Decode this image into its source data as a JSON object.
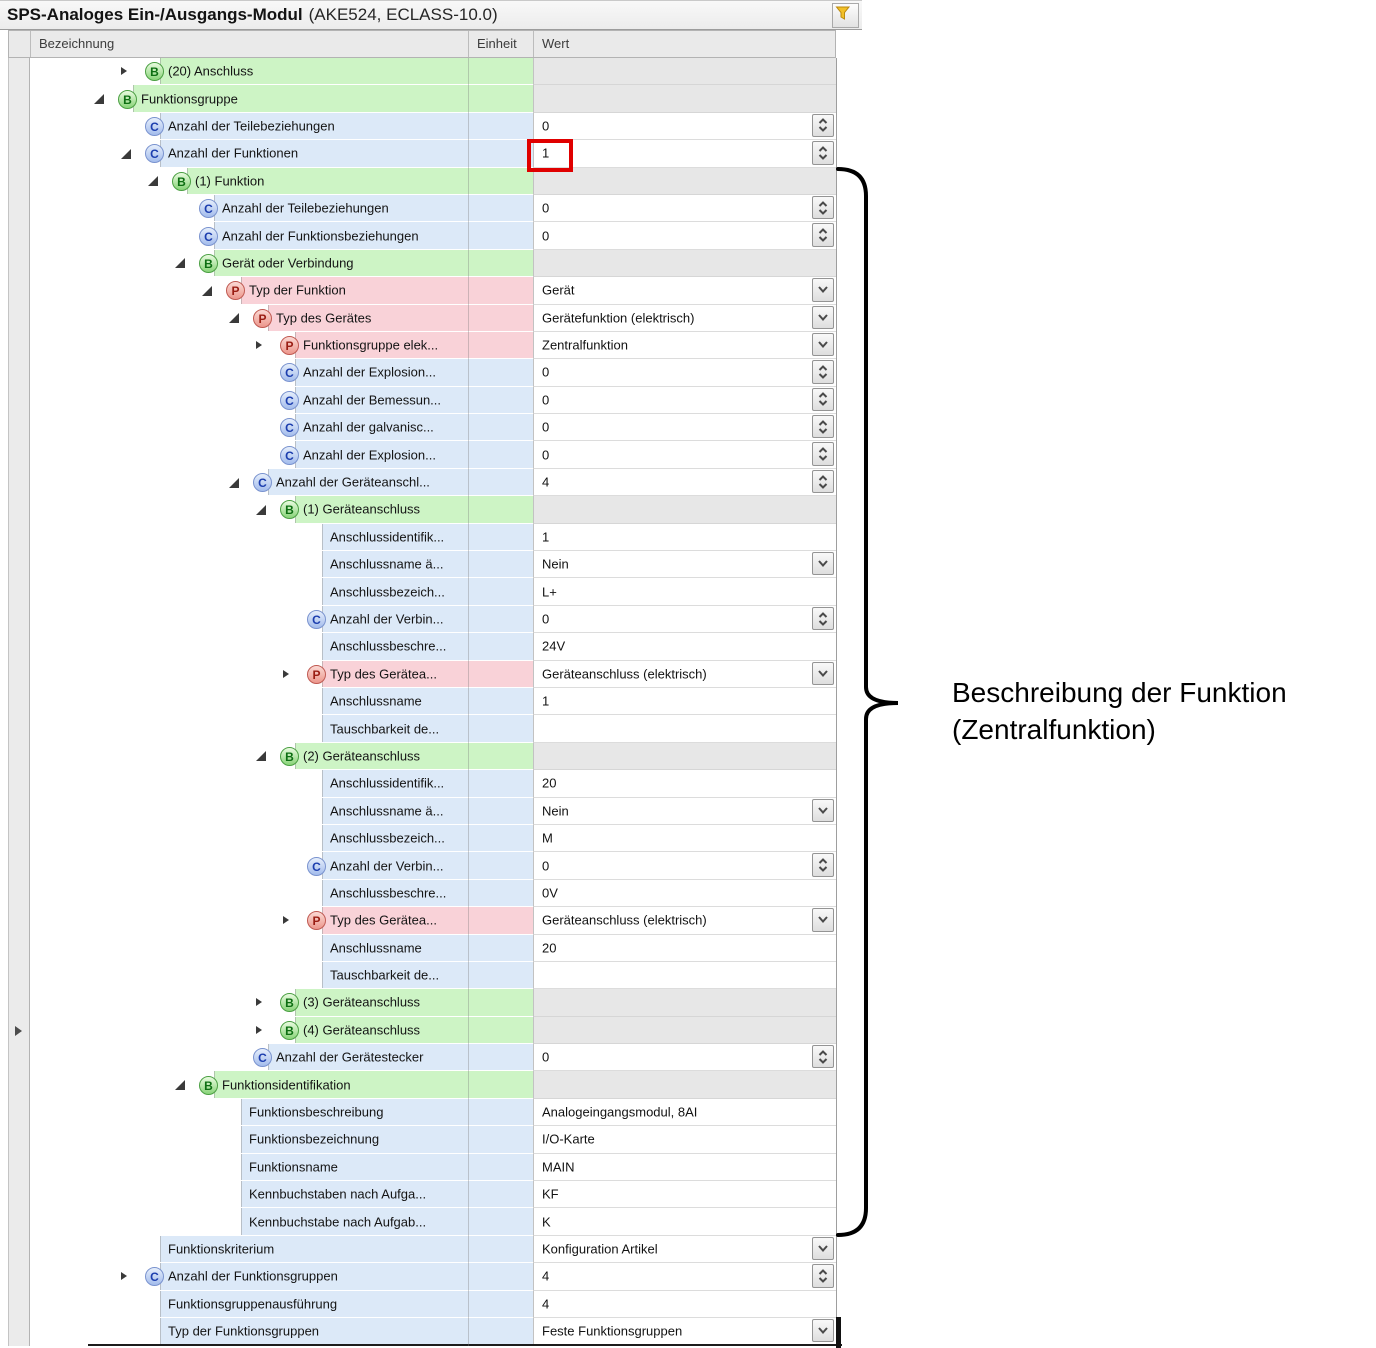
{
  "window": {
    "title_bold": "SPS-Analoges Ein-/Ausgangs-Modul",
    "title_normal": "(AKE524, ECLASS-10.0)",
    "corner_button_icon": "yellow-funnel-icon"
  },
  "table": {
    "headers": {
      "bezeichnung": "Bezeichnung",
      "einheit": "Einheit",
      "wert": "Wert"
    },
    "rows": [
      {
        "level": 1,
        "icon": "B",
        "arrow": "collapsed",
        "label": "(20) Anschluss",
        "bg": "green",
        "group": true,
        "value": "",
        "control": null
      },
      {
        "level": 0,
        "icon": "B",
        "arrow": "expanded",
        "label": "Funktionsgruppe",
        "bg": "green",
        "group": true,
        "value": "",
        "control": null
      },
      {
        "level": 1,
        "icon": "C",
        "arrow": null,
        "label": "Anzahl der Teilebeziehungen",
        "bg": "blue",
        "value": "0",
        "control": "spinner"
      },
      {
        "level": 1,
        "icon": "C",
        "arrow": "expanded",
        "label": "Anzahl der Funktionen",
        "bg": "blue",
        "value": "1",
        "control": "spinner",
        "highlight": true
      },
      {
        "level": 2,
        "icon": "B",
        "arrow": "expanded",
        "label": "(1) Funktion",
        "bg": "green",
        "group": true,
        "value": "",
        "control": null
      },
      {
        "level": 3,
        "icon": "C",
        "arrow": null,
        "label": "Anzahl der Teilebeziehungen",
        "bg": "blue",
        "value": "0",
        "control": "spinner"
      },
      {
        "level": 3,
        "icon": "C",
        "arrow": null,
        "label": "Anzahl der Funktionsbeziehungen",
        "bg": "blue",
        "value": "0",
        "control": "spinner"
      },
      {
        "level": 3,
        "icon": "B",
        "arrow": "expanded",
        "label": "Gerät oder Verbindung",
        "bg": "green",
        "group": true,
        "value": "",
        "control": null
      },
      {
        "level": 4,
        "icon": "P",
        "arrow": "expanded",
        "label": "Typ der Funktion",
        "bg": "pink",
        "value": "Gerät",
        "control": "dropdown"
      },
      {
        "level": 5,
        "icon": "P",
        "arrow": "expanded",
        "label": "Typ des Gerätes",
        "bg": "pink",
        "value": "Gerätefunktion (elektrisch)",
        "control": "dropdown"
      },
      {
        "level": 6,
        "icon": "P",
        "arrow": "collapsed",
        "label": "Funktionsgruppe elek...",
        "bg": "pink",
        "value": "Zentralfunktion",
        "control": "dropdown"
      },
      {
        "level": 6,
        "icon": "C",
        "arrow": null,
        "label": "Anzahl der Explosion...",
        "bg": "blue",
        "value": "0",
        "control": "spinner"
      },
      {
        "level": 6,
        "icon": "C",
        "arrow": null,
        "label": "Anzahl der Bemessun...",
        "bg": "blue",
        "value": "0",
        "control": "spinner"
      },
      {
        "level": 6,
        "icon": "C",
        "arrow": null,
        "label": "Anzahl der galvanisc...",
        "bg": "blue",
        "value": "0",
        "control": "spinner"
      },
      {
        "level": 6,
        "icon": "C",
        "arrow": null,
        "label": "Anzahl der Explosion...",
        "bg": "blue",
        "value": "0",
        "control": "spinner"
      },
      {
        "level": 5,
        "icon": "C",
        "arrow": "expanded",
        "label": "Anzahl der Geräteanschl...",
        "bg": "blue",
        "value": "4",
        "control": "spinner"
      },
      {
        "level": 6,
        "icon": "B",
        "arrow": "expanded",
        "label": "(1) Geräteanschluss",
        "bg": "green",
        "group": true,
        "value": "",
        "control": null
      },
      {
        "level": 7,
        "icon": null,
        "arrow": null,
        "label": "Anschlussidentifik...",
        "bg": "blue",
        "value": "1",
        "control": null
      },
      {
        "level": 7,
        "icon": null,
        "arrow": null,
        "label": "Anschlussname ä...",
        "bg": "blue",
        "value": "Nein",
        "control": "dropdown"
      },
      {
        "level": 7,
        "icon": null,
        "arrow": null,
        "label": "Anschlussbezeich...",
        "bg": "blue",
        "value": "L+",
        "control": null
      },
      {
        "level": 7,
        "icon": "C",
        "arrow": null,
        "label": "Anzahl der Verbin...",
        "bg": "blue",
        "value": "0",
        "control": "spinner"
      },
      {
        "level": 7,
        "icon": null,
        "arrow": null,
        "label": "Anschlussbeschre...",
        "bg": "blue",
        "value": "24V",
        "control": null
      },
      {
        "level": 7,
        "icon": "P",
        "arrow": "collapsed",
        "label": "Typ des Gerätea...",
        "bg": "pink",
        "value": "Geräteanschluss (elektrisch)",
        "control": "dropdown"
      },
      {
        "level": 7,
        "icon": null,
        "arrow": null,
        "label": "Anschlussname",
        "bg": "blue",
        "value": "1",
        "control": null
      },
      {
        "level": 7,
        "icon": null,
        "arrow": null,
        "label": "Tauschbarkeit de...",
        "bg": "blue",
        "value": "",
        "control": null
      },
      {
        "level": 6,
        "icon": "B",
        "arrow": "expanded",
        "label": "(2) Geräteanschluss",
        "bg": "green",
        "group": true,
        "value": "",
        "control": null
      },
      {
        "level": 7,
        "icon": null,
        "arrow": null,
        "label": "Anschlussidentifik...",
        "bg": "blue",
        "value": "20",
        "control": null
      },
      {
        "level": 7,
        "icon": null,
        "arrow": null,
        "label": "Anschlussname ä...",
        "bg": "blue",
        "value": "Nein",
        "control": "dropdown"
      },
      {
        "level": 7,
        "icon": null,
        "arrow": null,
        "label": "Anschlussbezeich...",
        "bg": "blue",
        "value": "M",
        "control": null
      },
      {
        "level": 7,
        "icon": "C",
        "arrow": null,
        "label": "Anzahl der Verbin...",
        "bg": "blue",
        "value": "0",
        "control": "spinner"
      },
      {
        "level": 7,
        "icon": null,
        "arrow": null,
        "label": "Anschlussbeschre...",
        "bg": "blue",
        "value": "0V",
        "control": null
      },
      {
        "level": 7,
        "icon": "P",
        "arrow": "collapsed",
        "label": "Typ des Gerätea...",
        "bg": "pink",
        "value": "Geräteanschluss (elektrisch)",
        "control": "dropdown"
      },
      {
        "level": 7,
        "icon": null,
        "arrow": null,
        "label": "Anschlussname",
        "bg": "blue",
        "value": "20",
        "control": null
      },
      {
        "level": 7,
        "icon": null,
        "arrow": null,
        "label": "Tauschbarkeit de...",
        "bg": "blue",
        "value": "",
        "control": null
      },
      {
        "level": 6,
        "icon": "B",
        "arrow": "collapsed",
        "label": "(3) Geräteanschluss",
        "bg": "green",
        "group": true,
        "value": "",
        "control": null
      },
      {
        "level": 6,
        "icon": "B",
        "arrow": "collapsed",
        "label": "(4) Geräteanschluss",
        "bg": "green",
        "group": true,
        "value": "",
        "control": null,
        "gutter_arrow": true
      },
      {
        "level": 5,
        "icon": "C",
        "arrow": null,
        "label": "Anzahl der Gerätestecker",
        "bg": "blue",
        "value": "0",
        "control": "spinner"
      },
      {
        "level": 3,
        "icon": "B",
        "arrow": "expanded",
        "label": "Funktionsidentifikation",
        "bg": "green",
        "group": true,
        "value": "",
        "control": null
      },
      {
        "level": 4,
        "icon": null,
        "arrow": null,
        "label": "Funktionsbeschreibung",
        "bg": "blue",
        "value": "Analogeingangsmodul,  8AI",
        "control": null
      },
      {
        "level": 4,
        "icon": null,
        "arrow": null,
        "label": "Funktionsbezeichnung",
        "bg": "blue",
        "value": "I/O-Karte",
        "control": null
      },
      {
        "level": 4,
        "icon": null,
        "arrow": null,
        "label": "Funktionsname",
        "bg": "blue",
        "value": "MAIN",
        "control": null
      },
      {
        "level": 4,
        "icon": null,
        "arrow": null,
        "label": "Kennbuchstaben nach Aufga...",
        "bg": "blue",
        "value": "KF",
        "control": null
      },
      {
        "level": 4,
        "icon": null,
        "arrow": null,
        "label": "Kennbuchstabe nach Aufgab...",
        "bg": "blue",
        "value": "K",
        "control": null
      },
      {
        "level": 1,
        "icon": null,
        "arrow": null,
        "label": "Funktionskriterium",
        "bg": "blue",
        "value": "Konfiguration Artikel",
        "control": "dropdown"
      },
      {
        "level": 1,
        "icon": "C",
        "arrow": "collapsed",
        "label": "Anzahl der Funktionsgruppen",
        "bg": "blue",
        "value": "4",
        "control": "spinner"
      },
      {
        "level": 1,
        "icon": null,
        "arrow": null,
        "label": "Funktionsgruppenausführung",
        "bg": "blue",
        "value": "4",
        "control": null
      },
      {
        "level": 1,
        "icon": null,
        "arrow": null,
        "label": "Typ der Funktionsgruppen",
        "bg": "blue",
        "value": "Feste Funktionsgruppen",
        "control": "dropdown"
      }
    ]
  },
  "annotation": {
    "line1": "Beschreibung der Funktion",
    "line2": "(Zentralfunktion)"
  },
  "colors": {
    "green_row": "#cdf4c5",
    "blue_row": "#dce9f8",
    "pink_row": "#f9d2d8",
    "group_value_bg": "#e7e7e7",
    "header_bg": "#eaeaea",
    "highlight_red": "#e00000",
    "brace_black": "#000000"
  }
}
